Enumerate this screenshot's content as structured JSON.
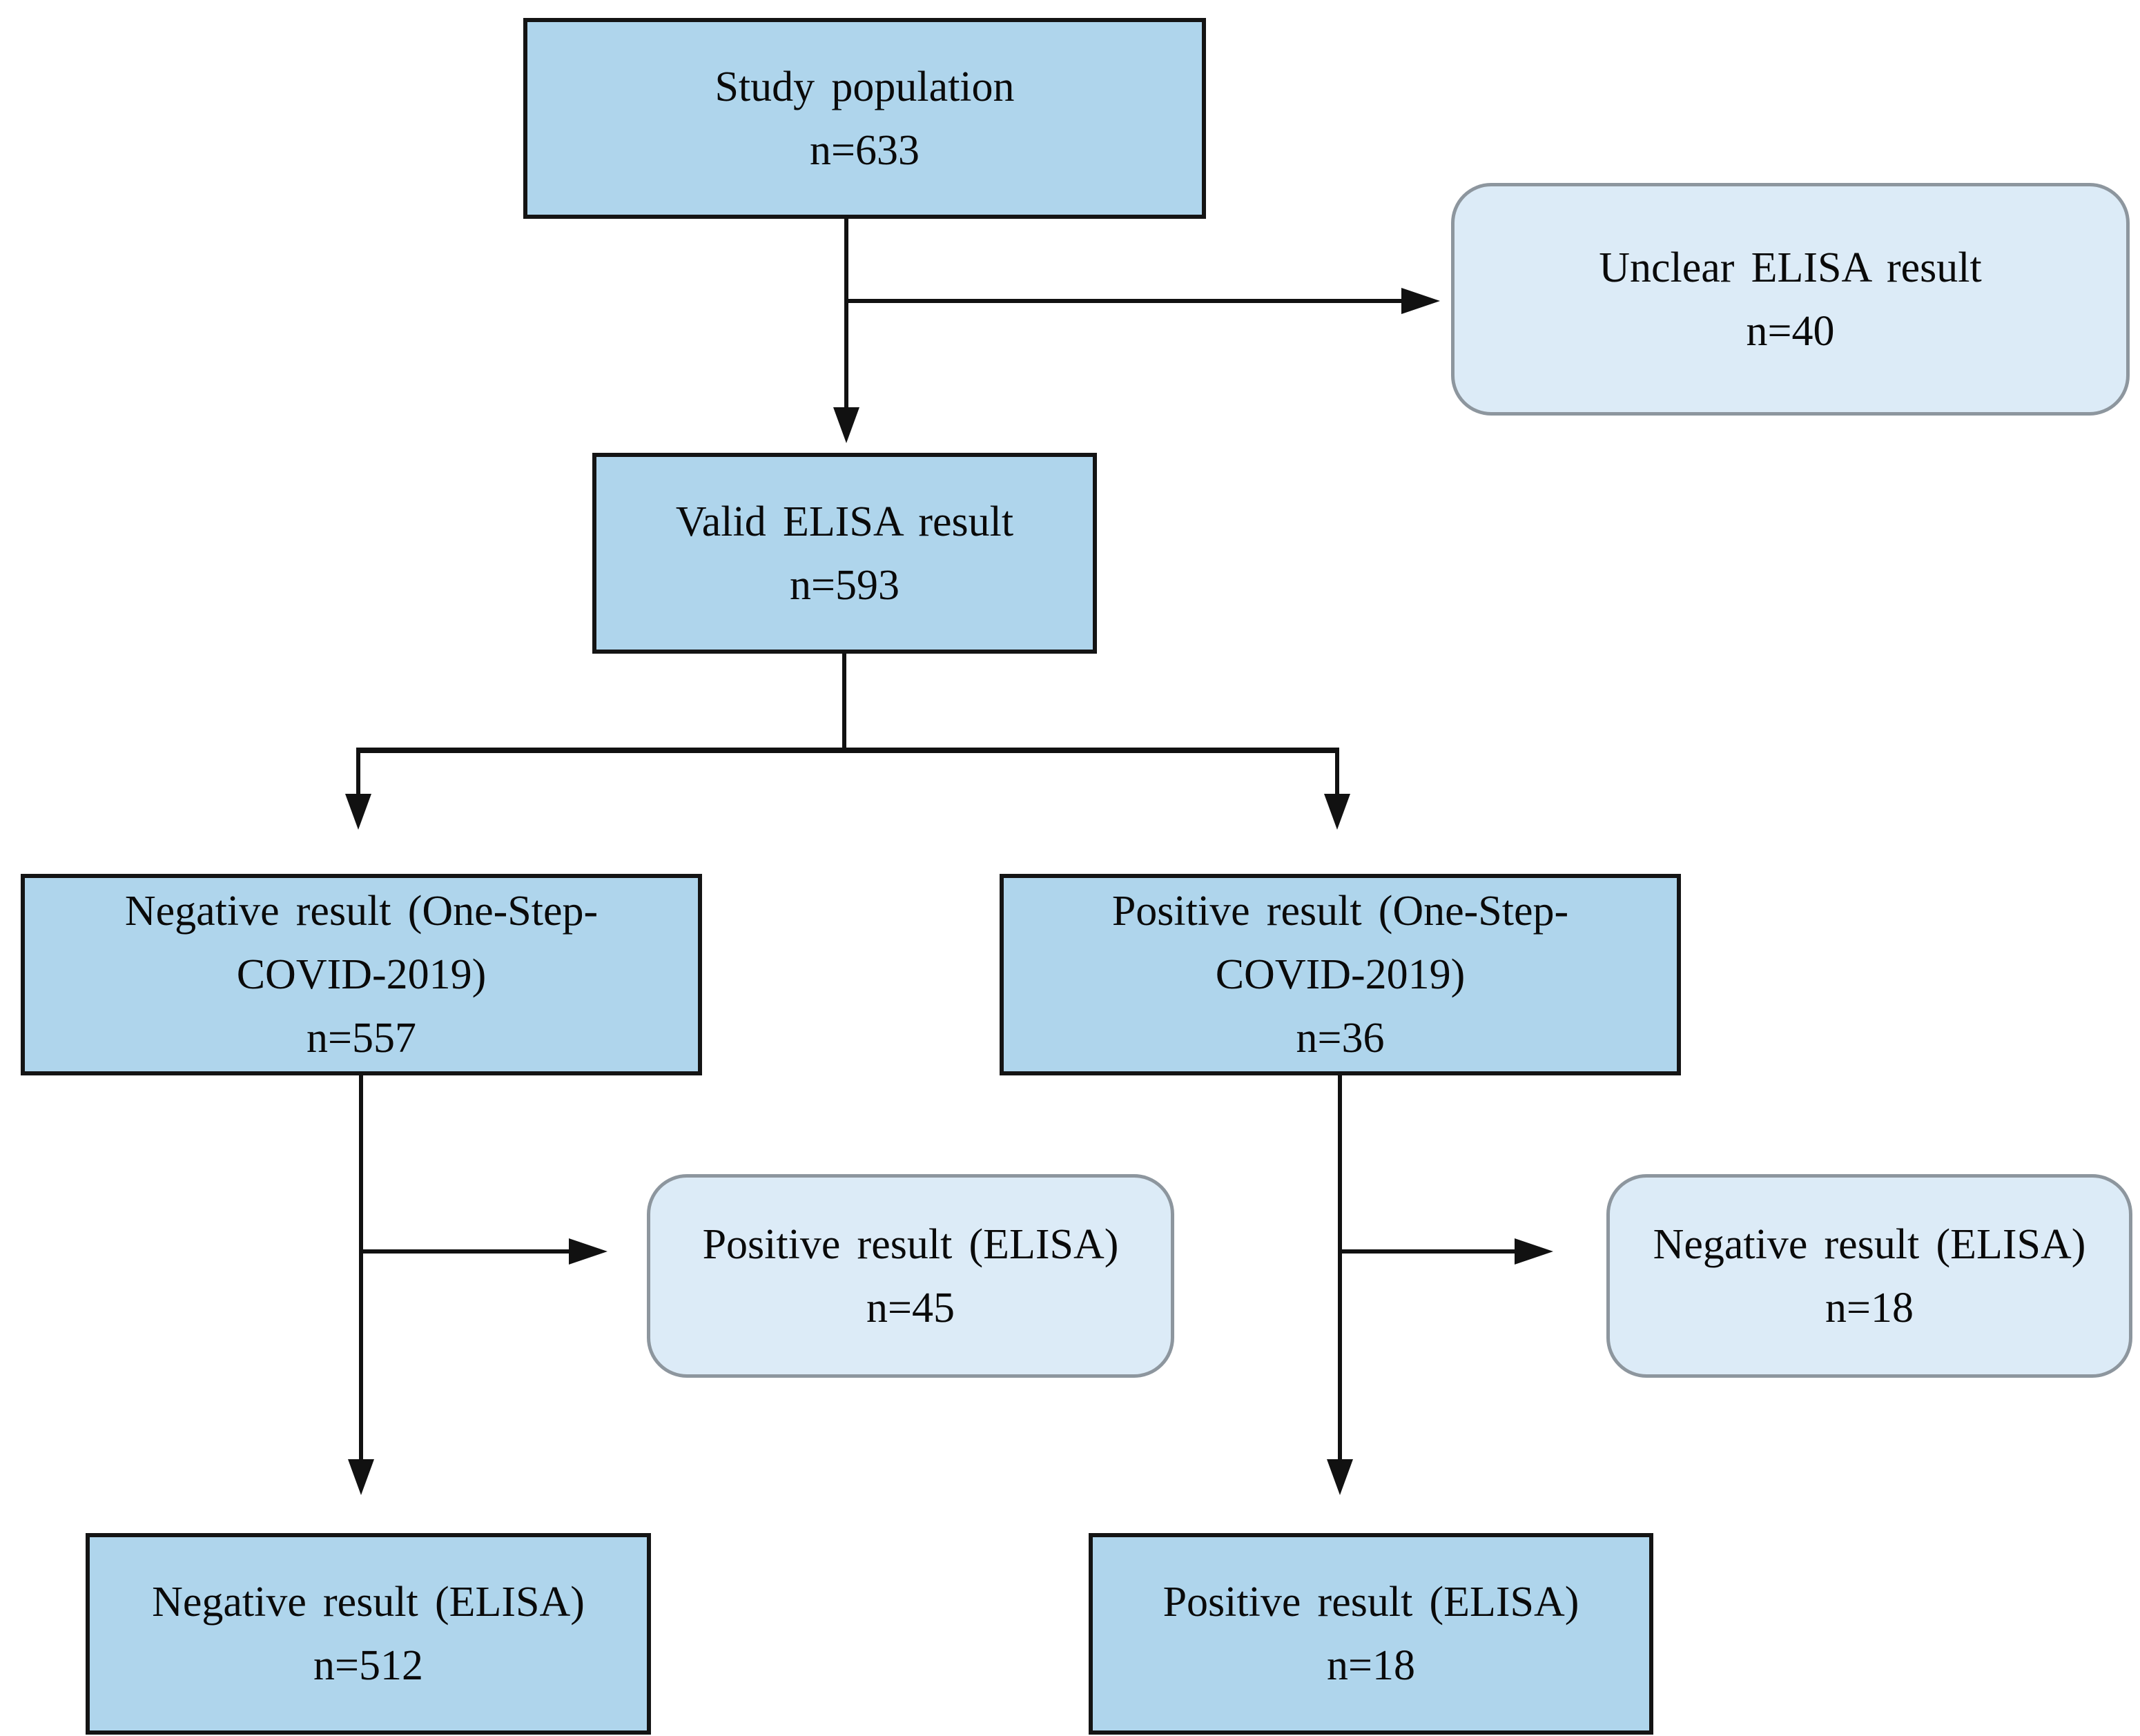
{
  "colors": {
    "background": "#ffffff",
    "rect_node_fill": "#afd5ec",
    "rect_node_border": "#141414",
    "rounded_node_fill": "#dcebf7",
    "rounded_node_border": "#8d969e",
    "connector": "#111111",
    "text": "#0a0a0a"
  },
  "nodes": {
    "study_population": {
      "shape": "rect",
      "line1": "Study population",
      "line2": "n=633"
    },
    "unclear_elisa": {
      "shape": "rounded",
      "line1": "Unclear ELISA result",
      "line2": "n=40"
    },
    "valid_elisa": {
      "shape": "rect",
      "line1": "Valid ELISA result",
      "line2": "n=593"
    },
    "negative_one_step": {
      "shape": "rect",
      "line1": "Negative result (One-Step-",
      "line2": "COVID-2019)",
      "line3": "n=557"
    },
    "positive_one_step": {
      "shape": "rect",
      "line1": "Positive result (One-Step-",
      "line2": "COVID-2019)",
      "line3": "n=36"
    },
    "positive_elisa_mid": {
      "shape": "rounded",
      "line1": "Positive result (ELISA)",
      "line2": "n=45"
    },
    "negative_elisa_mid": {
      "shape": "rounded",
      "line1": "Negative result (ELISA)",
      "line2": "n=18"
    },
    "negative_elisa_bottom": {
      "shape": "rect",
      "line1": "Negative result (ELISA)",
      "line2": "n=512"
    },
    "positive_elisa_bottom": {
      "shape": "rect",
      "line1": "Positive result (ELISA)",
      "line2": "n=18"
    }
  },
  "edges": [
    {
      "from": "study_population",
      "to": "unclear_elisa"
    },
    {
      "from": "study_population",
      "to": "valid_elisa"
    },
    {
      "from": "valid_elisa",
      "to": "negative_one_step"
    },
    {
      "from": "valid_elisa",
      "to": "positive_one_step"
    },
    {
      "from": "negative_one_step",
      "to": "positive_elisa_mid"
    },
    {
      "from": "negative_one_step",
      "to": "negative_elisa_bottom"
    },
    {
      "from": "positive_one_step",
      "to": "negative_elisa_mid"
    },
    {
      "from": "positive_one_step",
      "to": "positive_elisa_bottom"
    }
  ]
}
